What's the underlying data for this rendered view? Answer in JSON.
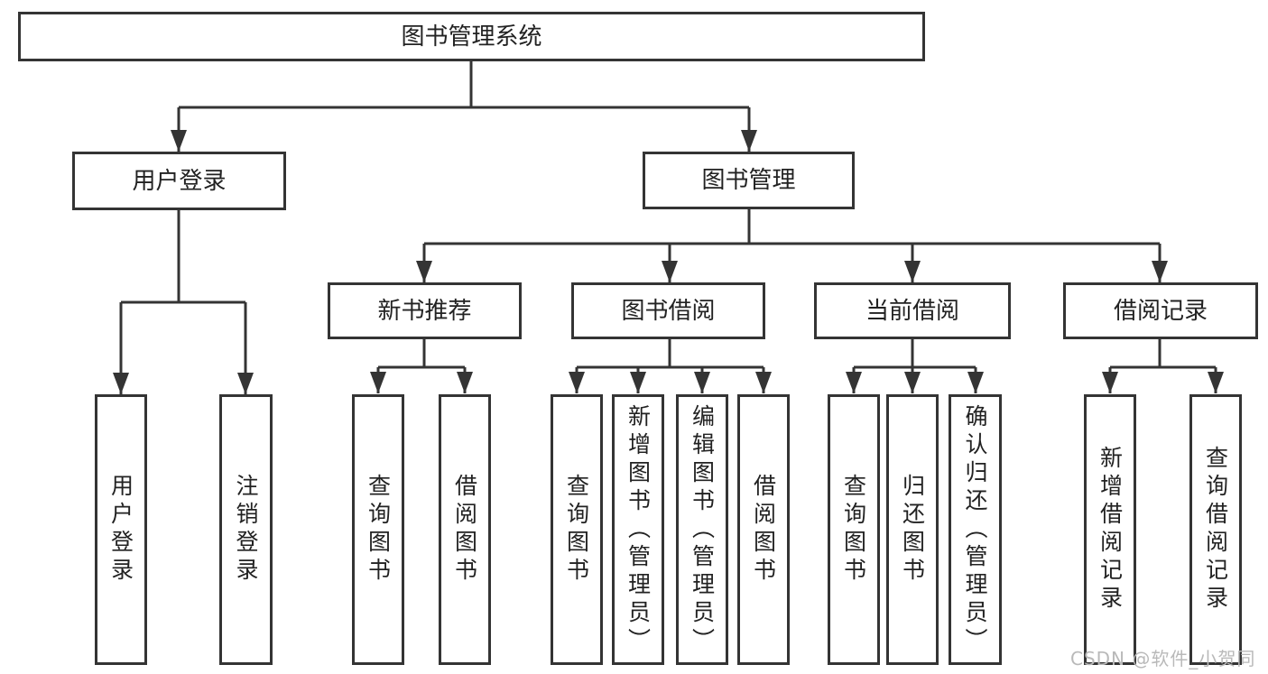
{
  "diagram": {
    "root": {
      "label": "图书管理系统",
      "children": [
        {
          "label": "用户登录",
          "children": [
            {
              "label": "用户登录"
            },
            {
              "label": "注销登录"
            }
          ]
        },
        {
          "label": "图书管理",
          "children": [
            {
              "label": "新书推荐",
              "children": [
                {
                  "label": "查询图书"
                },
                {
                  "label": "借阅图书"
                }
              ]
            },
            {
              "label": "图书借阅",
              "children": [
                {
                  "label": "查询图书"
                },
                {
                  "label": "新增图书（管理员）"
                },
                {
                  "label": "编辑图书（管理员）"
                },
                {
                  "label": "借阅图书"
                }
              ]
            },
            {
              "label": "当前借阅",
              "children": [
                {
                  "label": "查询图书"
                },
                {
                  "label": "归还图书"
                },
                {
                  "label": "确认归还（管理员）"
                }
              ]
            },
            {
              "label": "借阅记录",
              "children": [
                {
                  "label": "新增借阅记录"
                },
                {
                  "label": "查询借阅记录"
                }
              ]
            }
          ]
        }
      ]
    }
  },
  "watermark": {
    "text": "CSDN @软件_小贺同学",
    "color": "#b9b9b9"
  },
  "colors": {
    "background": "#ffffff",
    "line": "#343434",
    "box_border": "#343434",
    "box_fill": "#ffffff",
    "text": "#222222"
  }
}
